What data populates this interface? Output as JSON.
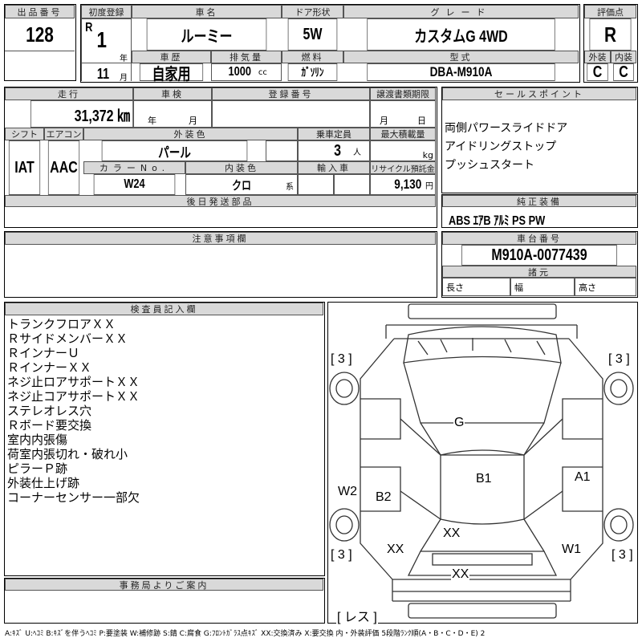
{
  "header": {
    "lot_label": "出品番号",
    "lot": "128",
    "first_reg_label": "初度登録",
    "era": "R",
    "year": "1",
    "year_unit": "年",
    "month": "11",
    "month_unit": "月",
    "name_label": "車名",
    "name": "ルーミー",
    "door_label": "ドア形状",
    "door": "5W",
    "grade_label": "グレード",
    "grade": "カスタムG  4WD",
    "history_label": "車歴",
    "history": "自家用",
    "disp_label": "排気量",
    "disp": "1000",
    "disp_unit": "cc",
    "fuel_label": "燃料",
    "fuel": "ｶﾞｿﾘﾝ",
    "model_label": "型式",
    "model": "DBA-M910A",
    "score_label": "評価点",
    "score": "R",
    "ext_label": "外装",
    "ext": "C",
    "int_label": "内装",
    "int": "C"
  },
  "details": {
    "mileage_label": "走行",
    "mileage": "31,372 ㎞",
    "inspect_label": "車検",
    "year_unit": "年",
    "month_unit": "月",
    "reg_label": "登録番号",
    "transfer_label": "譲渡書類期限",
    "t_month": "月",
    "t_day": "日",
    "shift_label": "シフト",
    "shift": "IAT",
    "ac_label": "エアコン",
    "ac": "AAC",
    "color_label": "外装色",
    "color": "パール",
    "seats_label": "乗車定員",
    "seats": "3",
    "seats_unit": "人",
    "load_label": "最大積載量",
    "load_unit": "kg",
    "colorno_label": "カラーNo.",
    "colorno": "W24",
    "intcolor_label": "内装色",
    "intcolor": "クロ",
    "intcolor_suffix": "系",
    "import_label": "輸入車",
    "recycle_label": "リサイクル預託金",
    "recycle": "9,130",
    "recycle_unit": "円",
    "later_label": "後日発送部品"
  },
  "sales": {
    "label": "セールスポイント",
    "items": [
      "両側パワースライドドア",
      "アイドリングストップ",
      "プッシュスタート"
    ]
  },
  "equipment": {
    "label": "純正装備",
    "value": "ABS ｴｱB ｱﾙﾐ PS PW"
  },
  "notes_label": "注意事項欄",
  "chassis": {
    "label": "車台番号",
    "value": "M910A-0077439",
    "spec_label": "諸元",
    "length": "長さ",
    "width": "幅",
    "height": "高さ"
  },
  "inspector": {
    "label": "検査員記入欄",
    "items": [
      "トランクフロアＸＸ",
      "ＲサイドメンバーＸＸ",
      "ＲインナーＵ",
      "ＲインナーＸＸ",
      "ネジ止ロアサポートＸＸ",
      "ネジ止コアサポートＸＸ",
      "ステレオレス穴",
      "Ｒボード要交換",
      "室内内張傷",
      "荷室内張切れ・破れ小",
      "ピラーＰ跡",
      "外装仕上げ跡",
      "コーナーセンサー一部欠"
    ]
  },
  "office_label": "事務局よりご案内",
  "diagram": {
    "marks": {
      "tl": "[ 3 ]",
      "tr": "[ 3 ]",
      "bl": "[ 3 ]",
      "br": "[ 3 ]",
      "res": "[ レス ]",
      "g": "G",
      "b1": "B1",
      "a1": "A1",
      "w2": "W2",
      "b2": "B2",
      "xx1": "XX",
      "xx2": "XX",
      "w1": "W1",
      "xx3": "XX"
    }
  },
  "legend": "A:ｷｽﾞ U:ﾍｺﾐ B:ｷｽﾞを伴うﾍｺﾐ P:要塗装 W:補修跡 S:錆 C:腐食 G:ﾌﾛﾝﾄｶﾞﾗｽ点ｷｽﾞ XX:交換済み X:要交換  内・外装評価 5段階ﾗﾝｸ順(A・B・C・D・E) 2"
}
